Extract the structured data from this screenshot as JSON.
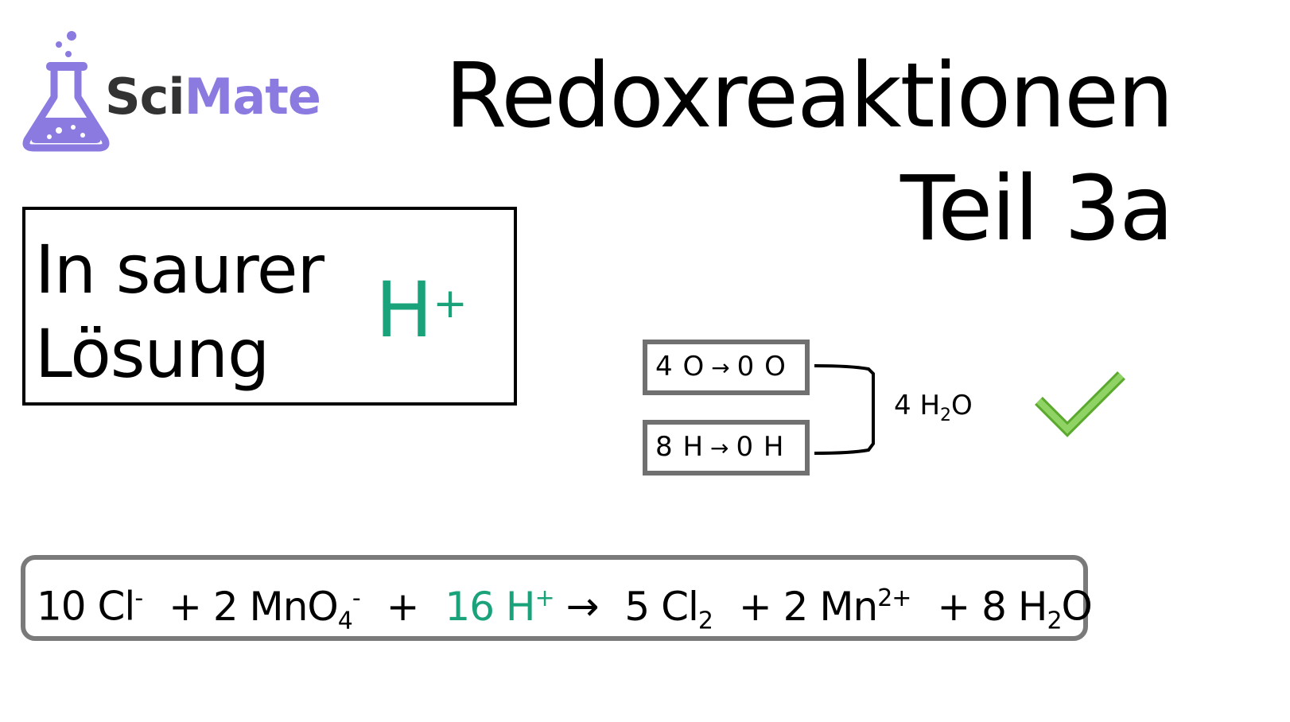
{
  "logo": {
    "brand_part1": "Sci",
    "brand_part2": "Mate",
    "icon": "flask-icon",
    "color_dark": "#333333",
    "color_accent": "#8b7ae0"
  },
  "title": {
    "line1": "Redoxreaktionen",
    "line2": "Teil 3a"
  },
  "acid_box": {
    "line1": "In saurer",
    "line2": "Lösung",
    "ion": "H",
    "ion_charge": "+",
    "ion_color": "#1aa37a"
  },
  "balance": {
    "oxygen": {
      "left": "4 O",
      "arrow": "→",
      "right": "0 O"
    },
    "hydrogen": {
      "left": "8 H",
      "arrow": "→",
      "right": "0 H"
    },
    "result_prefix": "4 H",
    "result_sub": "2",
    "result_suffix": "O",
    "check_icon": "check-icon",
    "check_color": "#7cc84e"
  },
  "equation": {
    "t1": "10 Cl",
    "t1_sup": "-",
    "t2": "+ 2 MnO",
    "t2_sub": "4",
    "t2_sup": "-",
    "t3": "+",
    "t4": "16 H",
    "t4_sup": "+",
    "arrow": "→",
    "t5": "5 Cl",
    "t5_sub": "2",
    "t6": "+ 2 Mn",
    "t6_sup": "2+",
    "t7": "+ 8 H",
    "t7_sub": "2",
    "t7_suffix": "O"
  }
}
